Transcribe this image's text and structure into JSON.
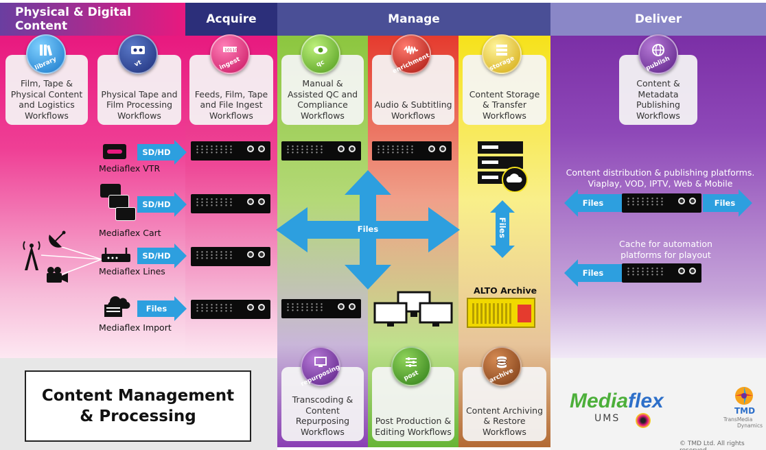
{
  "headers": {
    "physical_digital": "Physical & Digital Content",
    "acquire": "Acquire",
    "manage": "Manage",
    "deliver": "Deliver"
  },
  "workflows": {
    "library": {
      "icon_label": "library",
      "text": "Film, Tape & Physical Content and Logistics Workflows"
    },
    "vt": {
      "icon_label": "vt",
      "text": "Physical Tape and Film Processing Workflows"
    },
    "ingest": {
      "icon_label": "ingest",
      "text": "Feeds, Film, Tape and File Ingest Workflows"
    },
    "qc": {
      "icon_label": "qc",
      "text": "Manual & Assisted QC and Compliance Workflows"
    },
    "enrichment": {
      "icon_label": "enrichment",
      "text": "Audio & Subtitling Workflows"
    },
    "storage": {
      "icon_label": "storage",
      "text": "Content Storage & Transfer Workflows"
    },
    "publish": {
      "icon_label": "publish",
      "text": "Content & Metadata Publishing Workflows"
    },
    "repurposing": {
      "icon_label": "repurposing",
      "text": "Transcoding & Content Repurposing Workflows"
    },
    "post": {
      "icon_label": "post",
      "text": "Post Production & Editing Workflows"
    },
    "archive": {
      "icon_label": "archive",
      "text": "Content Archiving & Restore Workflows"
    }
  },
  "devices": {
    "vtr": "Mediaflex VTR",
    "cart": "Mediaflex Cart",
    "lines": "Mediaflex Lines",
    "import": "Mediaflex Import"
  },
  "arrow_tags": {
    "sdhd": "SD/HD",
    "files": "Files"
  },
  "alto_archive": "ALTO Archive",
  "deliver_notes": {
    "distribution_line1": "Content distribution & publishing platforms.",
    "distribution_line2": "Viaplay, VOD, IPTV, Web & Mobile",
    "cache_line1": "Cache for automation",
    "cache_line2": "platforms for playout"
  },
  "footer": {
    "box_line1": "Content Management",
    "box_line2": "& Processing",
    "logo_main1": "Media",
    "logo_main2": "flex",
    "logo_sub": "UMS",
    "tmd": "TMD",
    "tmd_sub1": "TransMedia",
    "tmd_sub2": "Dynamics",
    "copyright": "© TMD Ltd. All rights reserved"
  },
  "colors": {
    "magenta": "#e8197f",
    "acquire_navy": "#2c2f7a",
    "manage_slate": "#4a4f96",
    "deliver_lavender": "#8a87c7",
    "arrow_blue": "#2d9fdf",
    "green": "#8cc63f",
    "red": "#e53b2e",
    "yellow": "#f6e21b",
    "purple": "#6d2f9b"
  }
}
